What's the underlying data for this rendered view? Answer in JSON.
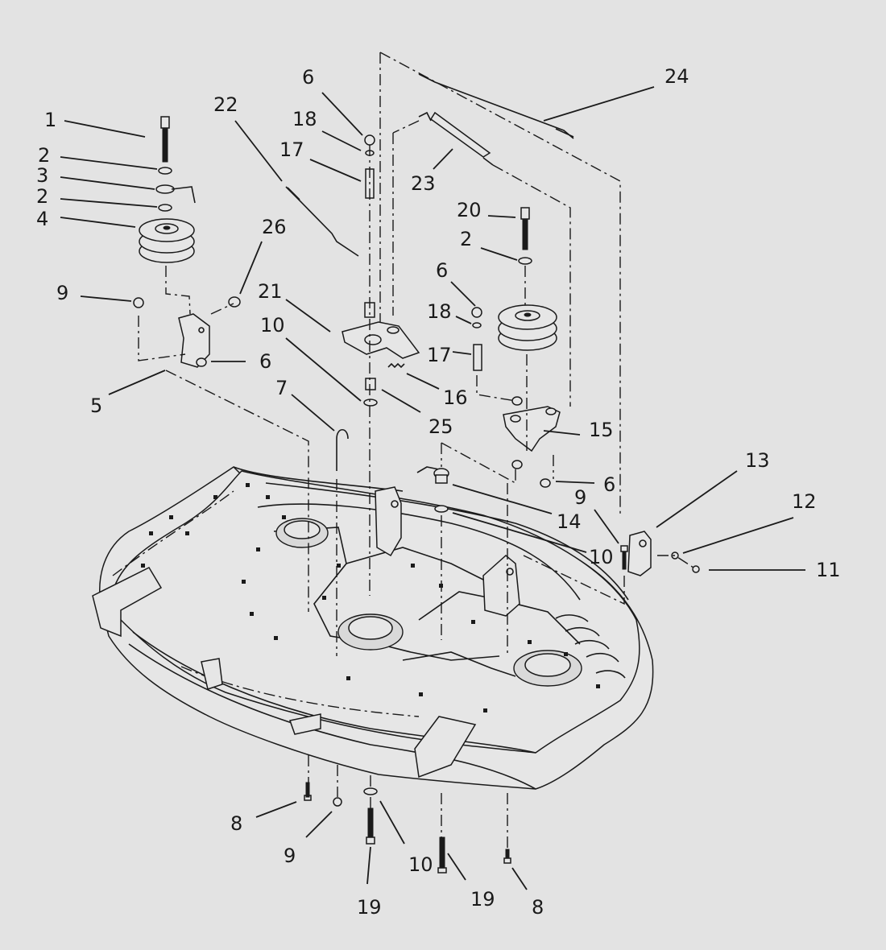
{
  "diagram": {
    "callouts": [
      "1",
      "2",
      "3",
      "2",
      "4",
      "9",
      "26",
      "5",
      "6",
      "22",
      "6",
      "18",
      "17",
      "21",
      "10",
      "7",
      "25",
      "16",
      "24",
      "23",
      "20",
      "2",
      "6",
      "18",
      "17",
      "15",
      "6",
      "14",
      "10",
      "13",
      "12",
      "11",
      "9",
      "8",
      "9",
      "10",
      "19",
      "19",
      "8"
    ]
  },
  "colors": {
    "background": "#e3e3e3",
    "ink": "#1a1a1a"
  }
}
